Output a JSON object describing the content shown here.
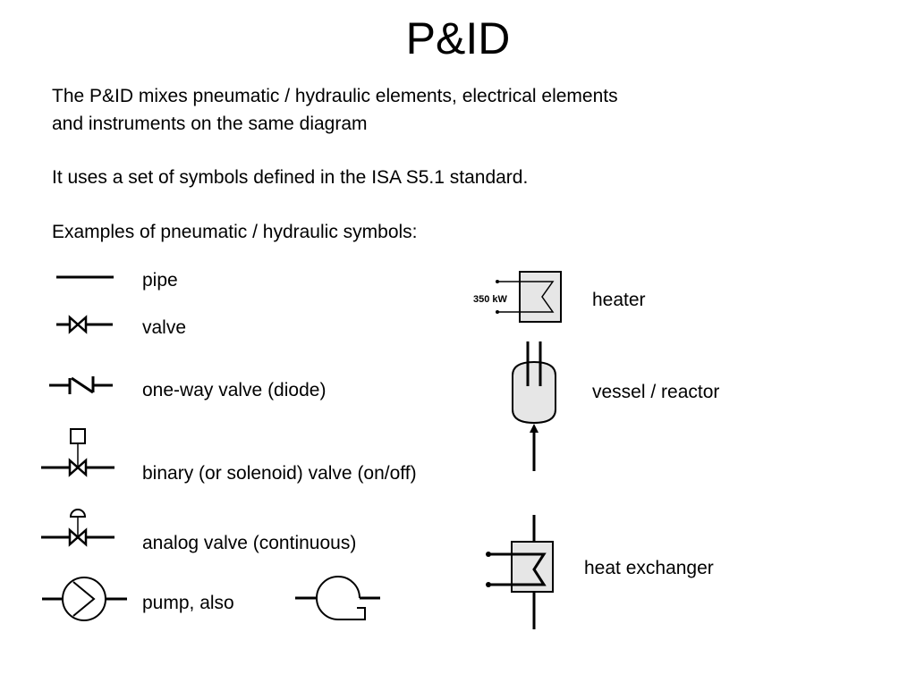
{
  "title": "P&ID",
  "intro": {
    "line1": "The P&ID mixes pneumatic / hydraulic elements, electrical elements",
    "line2": "and instruments on the same diagram",
    "standard": "It uses a set of symbols defined in the ISA S5.1 standard.",
    "examples_heading": "Examples of pneumatic / hydraulic symbols:"
  },
  "symbols": {
    "pipe": "pipe",
    "valve": "valve",
    "one_way_valve": "one-way valve (diode)",
    "binary_valve": "binary (or solenoid) valve (on/off)",
    "analog_valve": "analog valve (continuous)",
    "pump": "pump, also",
    "heater": "heater",
    "heater_power": "350 kW",
    "vessel": "vessel / reactor",
    "heat_exchanger": "heat exchanger"
  },
  "icons": {
    "pipe": "pipe-icon",
    "valve": "valve-icon",
    "one_way_valve": "check-valve-icon",
    "binary_valve": "solenoid-valve-icon",
    "analog_valve": "control-valve-icon",
    "pump": "pump-icon",
    "pump_alt": "centrifugal-pump-icon",
    "heater": "heater-icon",
    "vessel": "vessel-icon",
    "heat_exchanger": "heat-exchanger-icon"
  },
  "colors": {
    "fill": "#e6e6e6",
    "stroke": "#000000"
  }
}
